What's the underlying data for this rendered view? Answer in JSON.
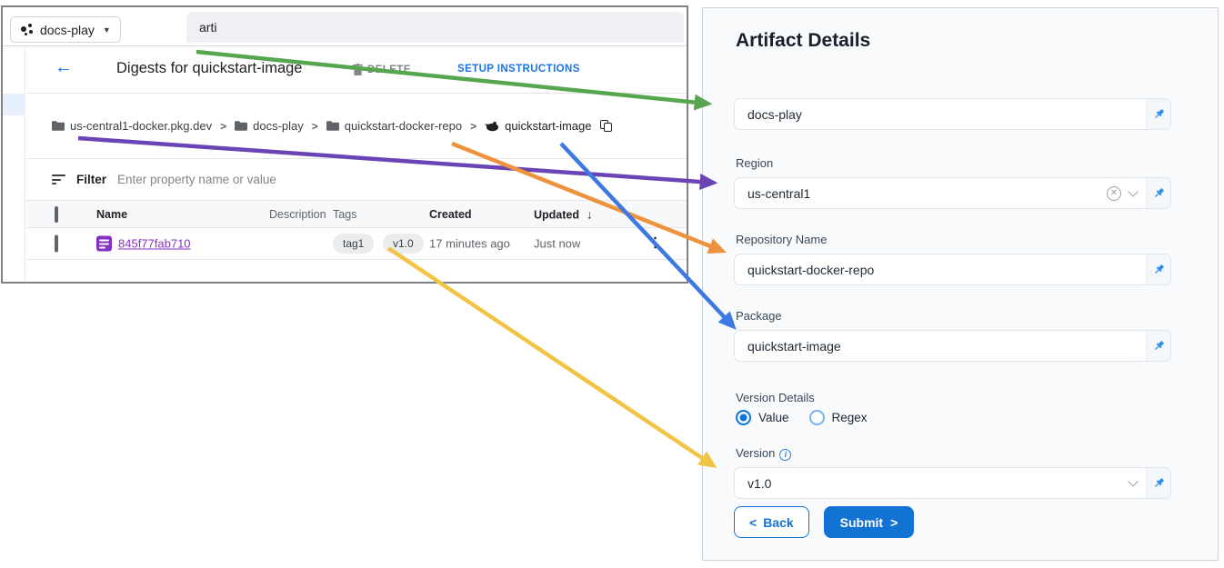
{
  "console": {
    "project_selector": {
      "label": "docs-play"
    },
    "search": {
      "value": "arti"
    },
    "header": {
      "back_icon": "←",
      "title": "Digests for quickstart-image",
      "delete_label": "DELETE",
      "setup_label": "SETUP INSTRUCTIONS"
    },
    "breadcrumb": {
      "separator": ">",
      "items": [
        {
          "label": "us-central1-docker.pkg.dev",
          "icon": "folder"
        },
        {
          "label": "docs-play",
          "icon": "folder"
        },
        {
          "label": "quickstart-docker-repo",
          "icon": "folder"
        },
        {
          "label": "quickstart-image",
          "icon": "container-image"
        }
      ]
    },
    "filter": {
      "label": "Filter",
      "placeholder": "Enter property name or value"
    },
    "table": {
      "columns": [
        "Name",
        "Description",
        "Tags",
        "Created",
        "Updated"
      ],
      "sort_column": "Updated",
      "sort_icon": "↓",
      "row": {
        "name": "845f77fab710",
        "description": "",
        "tags": [
          "tag1",
          "v1.0"
        ],
        "created": "17 minutes ago",
        "updated": "Just now",
        "menu_icon": "⋮"
      }
    }
  },
  "panel": {
    "title": "Artifact Details",
    "fields": [
      {
        "label": "",
        "value": "docs-play"
      },
      {
        "label": "Region",
        "value": "us-central1"
      },
      {
        "label": "Repository Name",
        "value": "quickstart-docker-repo"
      },
      {
        "label": "Package",
        "value": "quickstart-image"
      },
      {
        "label": "Version",
        "value": "v1.0"
      }
    ],
    "version_details": {
      "label": "Version Details",
      "options": [
        "Value",
        "Regex"
      ],
      "selected": "Value"
    },
    "info_icon": "i",
    "clear_icon": "✕",
    "buttons": {
      "back_chevron": "<",
      "back": "Back",
      "submit": "Submit",
      "submit_chevron": ">"
    }
  },
  "colors": {
    "accent_blue": "#1273d4",
    "pin_blue": "#2b8df0",
    "link_purple": "#8430c2",
    "console_blue": "#1a73e8"
  },
  "arrows": [
    {
      "name": "project-to-field",
      "color": "#57a64f"
    },
    {
      "name": "region-to-field",
      "color": "#6a44b4"
    },
    {
      "name": "repo-to-field",
      "color": "#ef923d"
    },
    {
      "name": "package-to-field",
      "color": "#3d78e3"
    },
    {
      "name": "version-to-field",
      "color": "#f2c445"
    }
  ]
}
